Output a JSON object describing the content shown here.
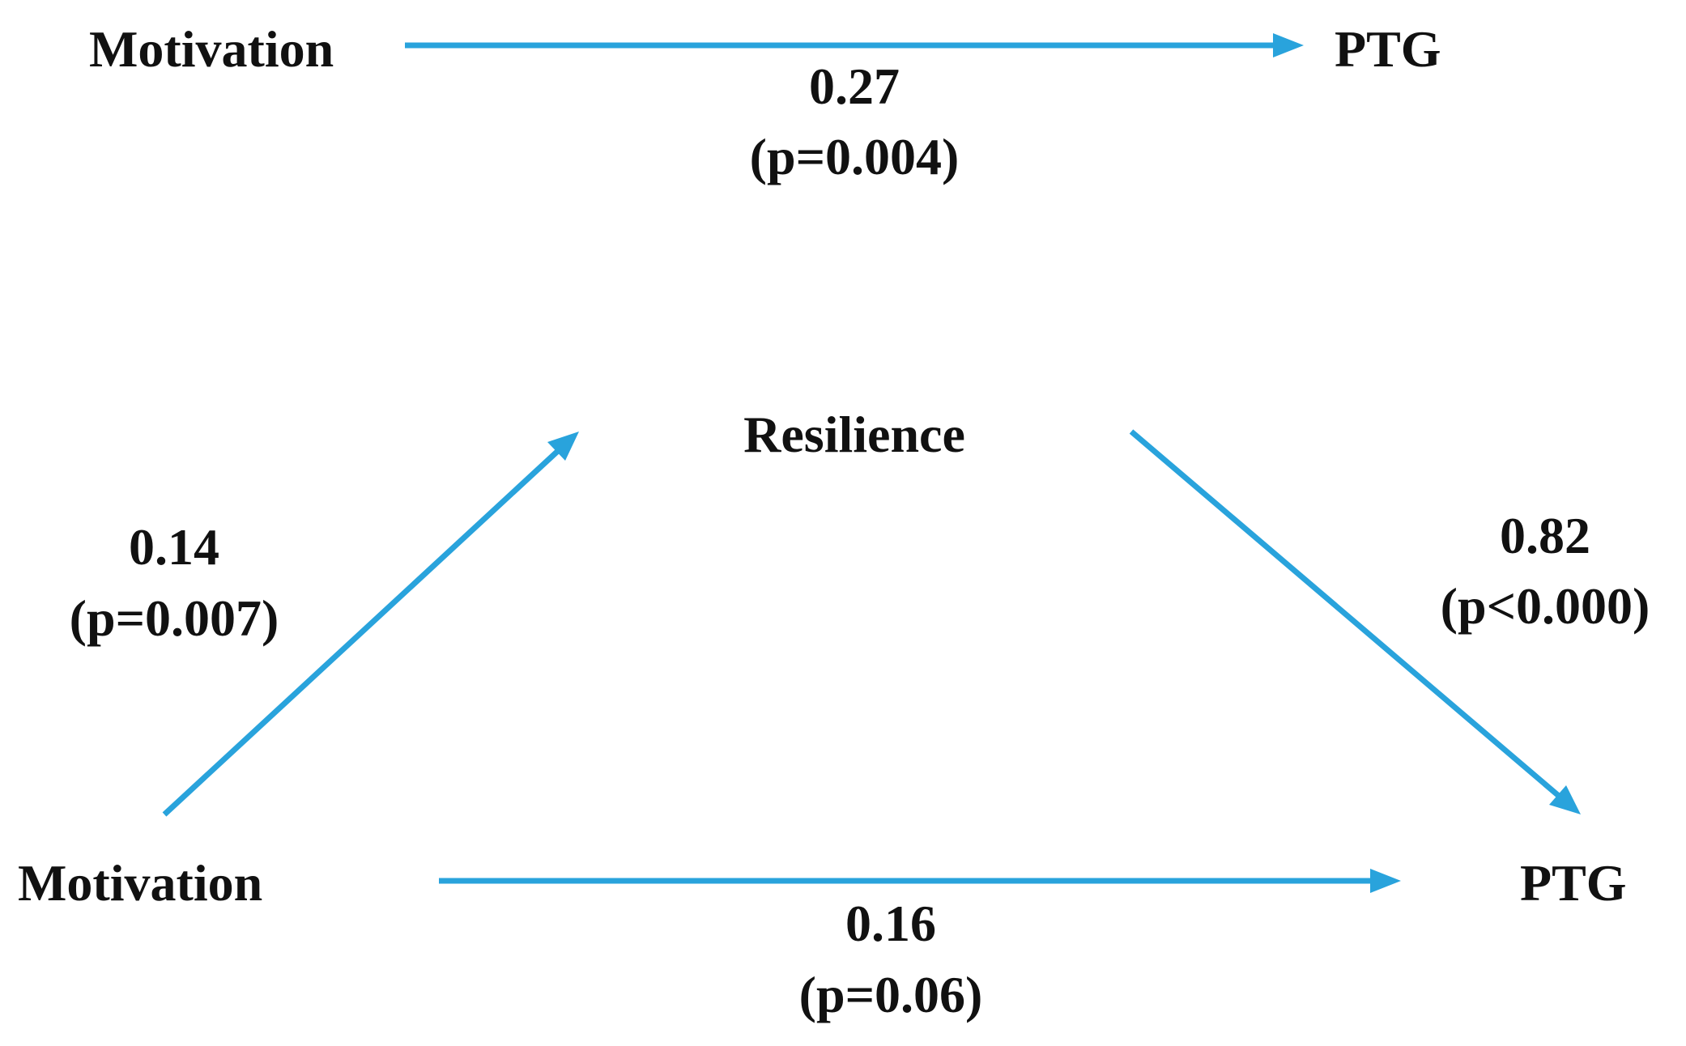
{
  "colors": {
    "arrow": "#29a3dc",
    "text": "#111111",
    "background": "#ffffff"
  },
  "total_effect": {
    "from_label": "Motivation",
    "to_label": "PTG",
    "coefficient": "0.27",
    "p_value": "(p=0.004)"
  },
  "mediation": {
    "predictor_label": "Motivation",
    "mediator_label": "Resilience",
    "outcome_label": "PTG",
    "path_a": {
      "coefficient": "0.14",
      "p_value": "(p=0.007)"
    },
    "path_b": {
      "coefficient": "0.82",
      "p_value": "(p<0.000)"
    },
    "path_c_prime": {
      "coefficient": "0.16",
      "p_value": "(p=0.06)"
    }
  }
}
